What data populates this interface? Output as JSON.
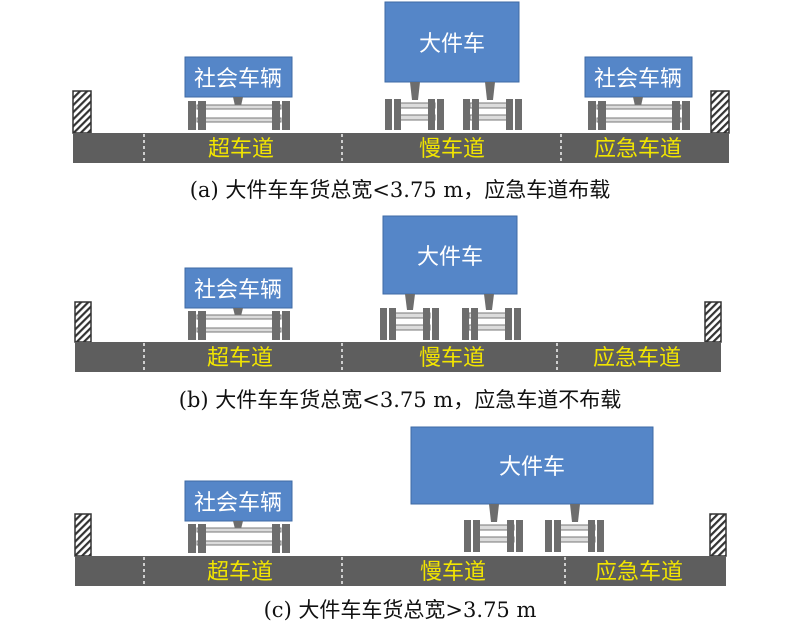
{
  "lane_labels": [
    "超车道",
    "慢车道",
    "应急车道"
  ],
  "social_vehicle_label": "社会车辆",
  "large_vehicle_label": "大件车",
  "panels": [
    {
      "caption": "(a) 大件车车货总宽<3.75 m，应急车道布载"
    },
    {
      "caption": "(b) 大件车车货总宽<3.75 m，应急车道不布载"
    },
    {
      "caption": "(c) 大件车车货总宽>3.75 m"
    }
  ],
  "colors": {
    "road": "#5e5e5e",
    "lane_text": "#f2e500",
    "truck_body": "#5586c8",
    "truck_border": "#3e6aa4",
    "wheel": "#666666",
    "barrier": "#333333"
  }
}
